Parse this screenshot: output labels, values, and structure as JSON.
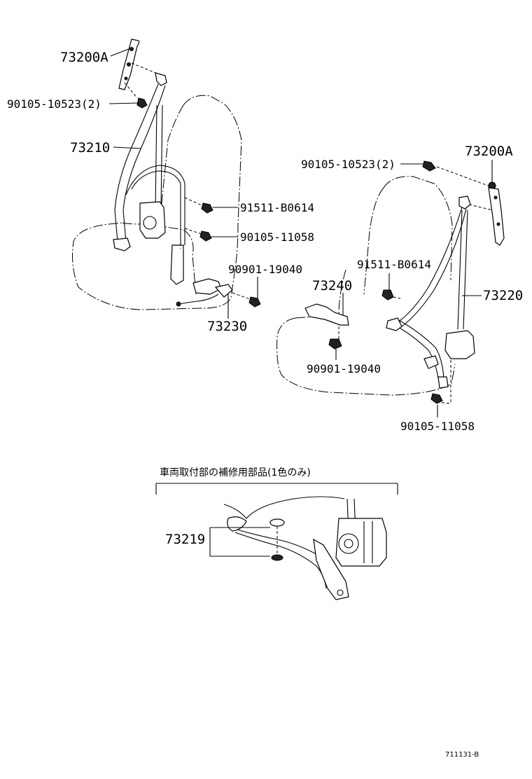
{
  "labels": {
    "left_anchor_plate": "73200A",
    "left_bolt_top": "90105-10523(2)",
    "left_belt": "73210",
    "left_bolt_mid": "91511-B0614",
    "left_bolt_lower": "90105-11058",
    "left_buckle_bolt": "90901-19040",
    "left_buckle": "73230",
    "right_bolt_top": "90105-10523(2)",
    "right_anchor_plate": "73200A",
    "right_bolt_mid": "91511-B0614",
    "right_buckle": "73240",
    "right_belt": "73220",
    "right_buckle_bolt": "90901-19040",
    "right_bolt_lower": "90105-11058",
    "repair_part": "73219"
  },
  "repair_note": "車両取付部の補修用部品(1色のみ)",
  "illustration_code": "711131-B"
}
